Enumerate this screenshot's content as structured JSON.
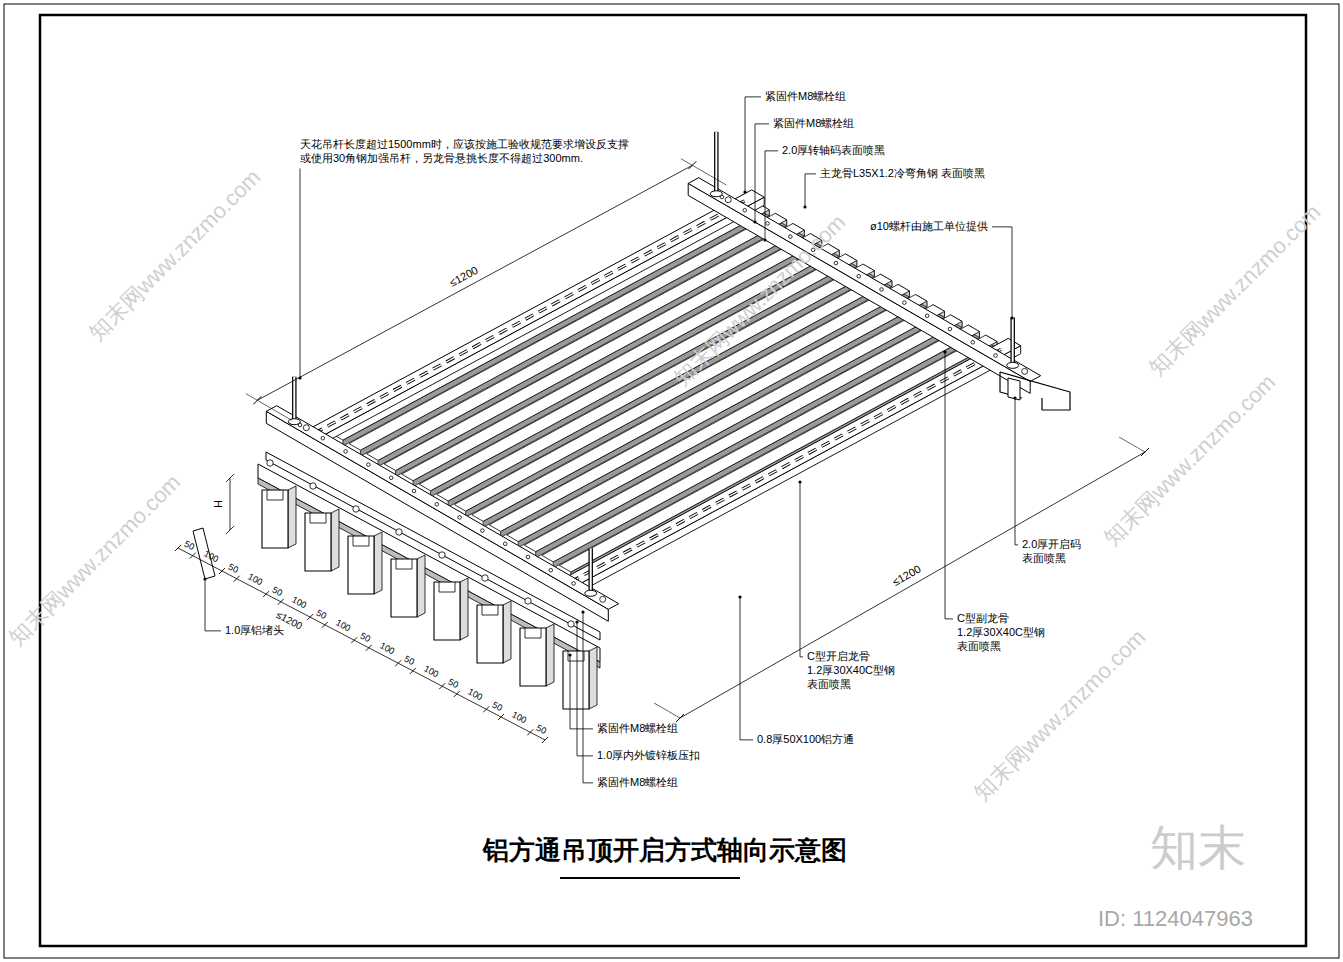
{
  "diagram": {
    "title": "铝方通吊顶开启方式轴向示意图",
    "labels": [
      "紧固件M8螺栓组",
      "紧固件M8螺栓组",
      "2.0厚转轴码表面喷黑",
      "主龙骨L35X1.2冷弯角钢 表面喷黑",
      "ø10螺杆由施工单位提供",
      "天花吊杆长度超过1500mm时，应该按施工验收规范要求增设反支撑 或使用30角钢加强吊杆，另龙骨悬挑长度不得超过300mm.",
      "≤1200",
      "≤1200",
      "2.0厚开启码 表面喷黑",
      "C型副龙骨 1.2厚30X40C型钢 表面喷黑",
      "C型开启龙骨 1.2厚30X40C型钢 表面喷黑",
      "0.8厚50X100铝方通",
      "紧固件M8螺栓组",
      "1.0厚内外镀锌板压扣",
      "紧固件M8螺栓组",
      "1.0厚铝堵头",
      "H",
      "≤1200",
      "50",
      "100",
      "50",
      "100",
      "50",
      "100",
      "50",
      "100",
      "50",
      "100",
      "50",
      "100",
      "50",
      "100",
      "50",
      "100",
      "50",
      "知末网www.znzmo.com",
      "知末网www.znzmo.com",
      "知末网www.znzmo.com",
      "知末网www.znzmo.com",
      "知末网www.znzmo.com",
      "知末网www.znzmo.com",
      "知末",
      "ID: 1124047963"
    ]
  }
}
